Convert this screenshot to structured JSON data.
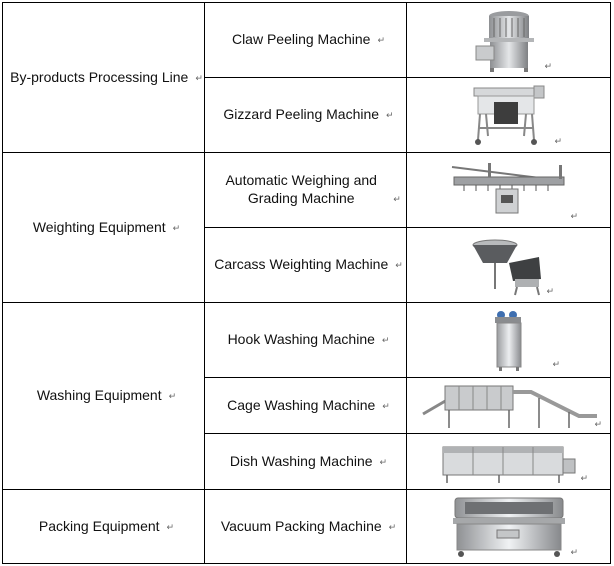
{
  "paragraph_mark": "↵",
  "rows": [
    {
      "category": "By-products Processing Line",
      "item": "Claw Peeling Machine"
    },
    {
      "category": "",
      "item": "Gizzard Peeling Machine"
    },
    {
      "category": "Weighting Equipment",
      "item": "Automatic Weighing and Grading Machine"
    },
    {
      "category": "",
      "item": "Carcass Weighting Machine"
    },
    {
      "category": "Washing Equipment",
      "item": "Hook Washing Machine"
    },
    {
      "category": "",
      "item": "Cage Washing Machine"
    },
    {
      "category": "",
      "item": "Dish Washing Machine"
    },
    {
      "category": "Packing Equipment",
      "item": "Vacuum Packing Machine"
    }
  ],
  "icons": [
    "claw-peeling-machine-image",
    "gizzard-peeling-machine-image",
    "weighing-grading-machine-image",
    "carcass-weighing-machine-image",
    "hook-washing-machine-image",
    "cage-washing-machine-image",
    "dish-washing-machine-image",
    "vacuum-packing-machine-image"
  ]
}
